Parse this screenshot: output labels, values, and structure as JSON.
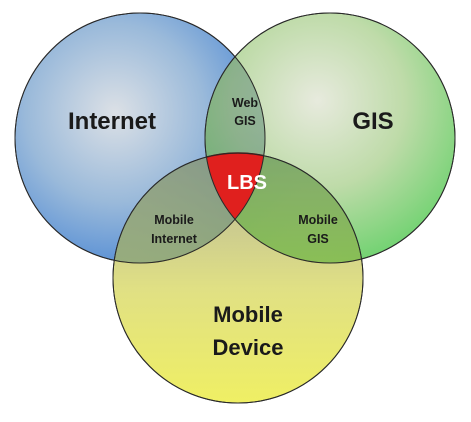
{
  "diagram": {
    "labels": {
      "internet": "Internet",
      "gis": "GIS",
      "mobile_device_line1": "Mobile",
      "mobile_device_line2": "Device",
      "web_gis_line1": "Web",
      "web_gis_line2": "GIS",
      "mobile_internet_line1": "Mobile",
      "mobile_internet_line2": "Internet",
      "mobile_gis_line1": "Mobile",
      "mobile_gis_line2": "GIS",
      "lbs": "LBS"
    },
    "colors": {
      "internet": "#3f7fd0",
      "gis": "#4fb04a",
      "mobile_device": "#e2df3a",
      "lbs": "#e0201e",
      "outline": "#2a2a2a"
    }
  }
}
